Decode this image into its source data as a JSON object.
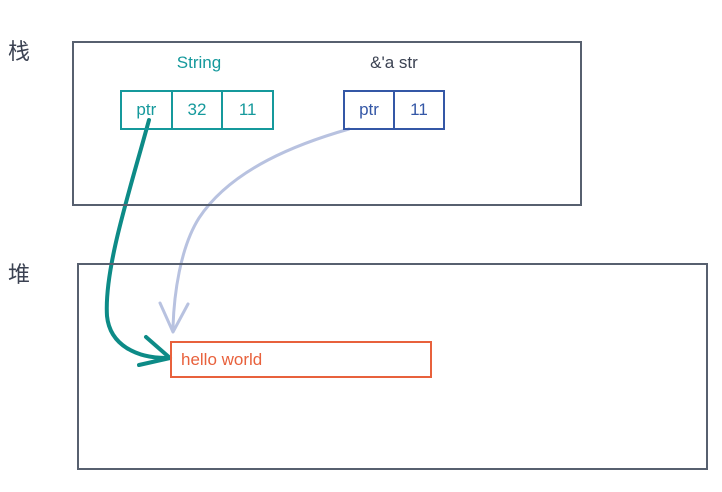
{
  "diagram": {
    "title_semantic": "rust-string-vs-str-slice-memory-layout",
    "regions": [
      {
        "id": "stack",
        "label": "栈"
      },
      {
        "id": "heap",
        "label": "堆"
      }
    ],
    "structs": [
      {
        "id": "string",
        "title": "String",
        "color": "#15999c",
        "cells": [
          {
            "label": "ptr"
          },
          {
            "label": "32"
          },
          {
            "label": "11"
          }
        ]
      },
      {
        "id": "str_slice",
        "title": "&'a str",
        "title_color": "#3b4252",
        "color": "#3457a6",
        "cells": [
          {
            "label": "ptr"
          },
          {
            "label": "11"
          }
        ]
      }
    ],
    "heap_allocation": {
      "text": "hello world",
      "color": "#e8613c"
    },
    "arrows": [
      {
        "id": "string-ptr-to-heap",
        "from": "string.ptr",
        "to": "heap_allocation",
        "color": "#0d8b87"
      },
      {
        "id": "str-slice-ptr-to-heap",
        "from": "str_slice.ptr",
        "to": "heap_allocation",
        "color": "#b8c2e0"
      }
    ],
    "colors": {
      "region_border": "#57606f",
      "string_accent": "#15999c",
      "slice_accent": "#3457a6",
      "heap_accent": "#e8613c",
      "arrow_teal": "#0d8b87",
      "arrow_lavender": "#b8c2e0",
      "text_dark": "#3b4252",
      "background": "#ffffff"
    }
  }
}
